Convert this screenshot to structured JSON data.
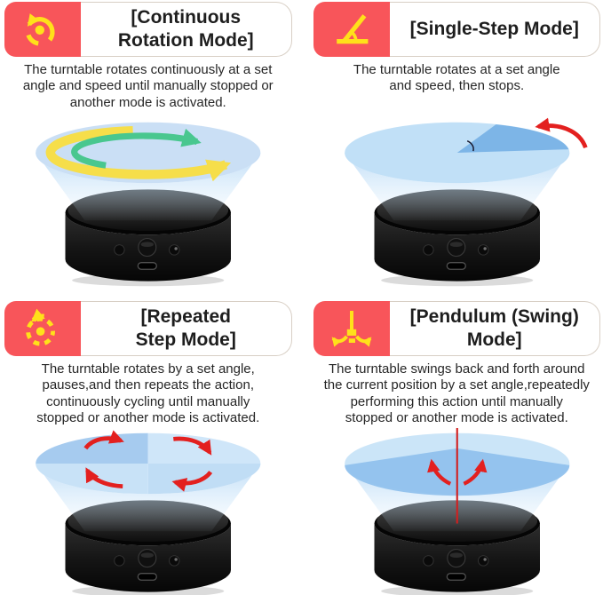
{
  "colors": {
    "banner-red": "#F8555A",
    "icon-yellow": "#FFE11A",
    "title-text": "#1E1E1E",
    "body-text": "#262626",
    "banner-border": "#D8CFC5",
    "cone-blue": "#BFDDF5",
    "sector-blue": "#77B1E5",
    "arrow-red": "#E3201F",
    "arrow-green": "#49C78F",
    "arrow-yellow": "#F6DE4A",
    "pendulum-line-red": "#D21F1F",
    "turntable-black": "#141414"
  },
  "modes": [
    {
      "id": "continuous-rotation",
      "title": "[Continuous\nRotation Mode]",
      "description": "The turntable rotates continuously at a set\nangle and speed until manually stopped or\nanother mode is activated.",
      "icon": "rotate-ccw-arrow-icon"
    },
    {
      "id": "single-step",
      "title": "[Single-Step Mode]",
      "description": "The turntable rotates at a set angle\nand speed, then stops.",
      "icon": "angle-icon"
    },
    {
      "id": "repeated-step",
      "title": "[Repeated\nStep Mode]",
      "description": "The turntable rotates by a set angle,\npauses,and then repeats the action,\ncontinuously cycling until manually\nstopped or another mode is activated.",
      "icon": "dashed-rotate-arrow-icon"
    },
    {
      "id": "pendulum-swing",
      "title": "[Pendulum (Swing)\nMode]",
      "description": "The turntable swings back and forth around\nthe current position by a set angle,repeatedly\nperforming this action until manually\nstopped or another mode is activated.",
      "icon": "pendulum-icon"
    }
  ]
}
